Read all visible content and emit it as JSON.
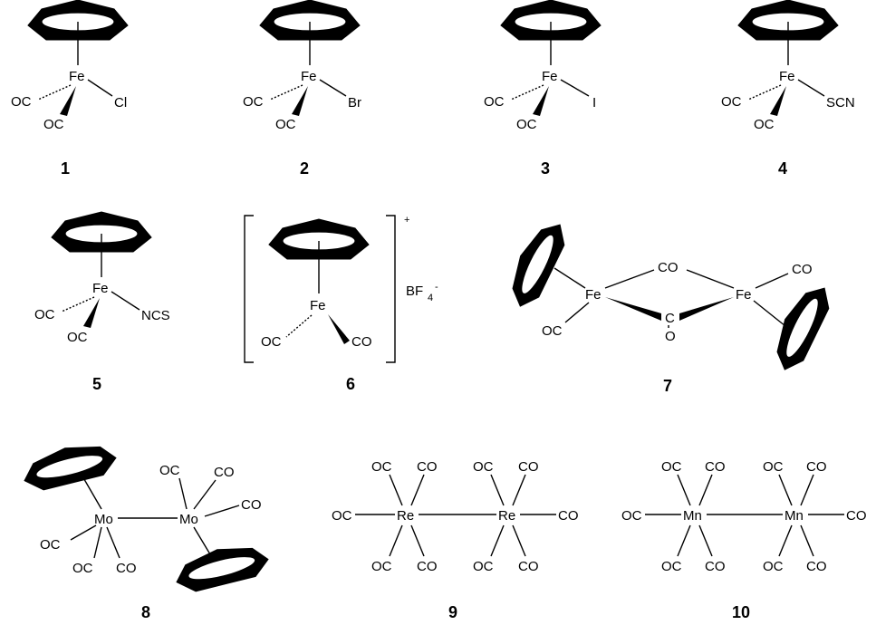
{
  "compounds": [
    {
      "number": "1",
      "metal": "Fe",
      "co_a": "OC",
      "co_b": "OC",
      "ligand": "Cl"
    },
    {
      "number": "2",
      "metal": "Fe",
      "co_a": "OC",
      "co_b": "OC",
      "ligand": "Br"
    },
    {
      "number": "3",
      "metal": "Fe",
      "co_a": "OC",
      "co_b": "OC",
      "ligand": "I"
    },
    {
      "number": "4",
      "metal": "Fe",
      "co_a": "OC",
      "co_b": "OC",
      "ligand": "SCN"
    },
    {
      "number": "5",
      "metal": "Fe",
      "co_a": "OC",
      "co_b": "OC",
      "ligand": "NCS"
    },
    {
      "number": "6",
      "metal": "Fe",
      "co_a": "OC",
      "co_b": "CO",
      "charge": "+",
      "counterion_main": "BF",
      "counterion_sub": "4",
      "counterion_sup": "-"
    },
    {
      "number": "7",
      "metal_a": "Fe",
      "metal_b": "Fe",
      "bridge_top": "CO",
      "bridge_bottom_c": "C",
      "bridge_bottom_o": "O",
      "terminal_a": "OC",
      "terminal_b": "CO"
    },
    {
      "number": "8",
      "metal_a": "Mo",
      "metal_b": "Mo",
      "a_co1": "OC",
      "a_co2": "OC",
      "a_co3": "CO",
      "b_co1": "OC",
      "b_co2": "CO",
      "b_co3": "CO"
    },
    {
      "number": "9",
      "metal_a": "Re",
      "metal_b": "Re",
      "co_oc": "OC",
      "co_co": "CO"
    },
    {
      "number": "10",
      "metal_a": "Mn",
      "metal_b": "Mn",
      "co_oc": "OC",
      "co_co": "CO"
    }
  ]
}
